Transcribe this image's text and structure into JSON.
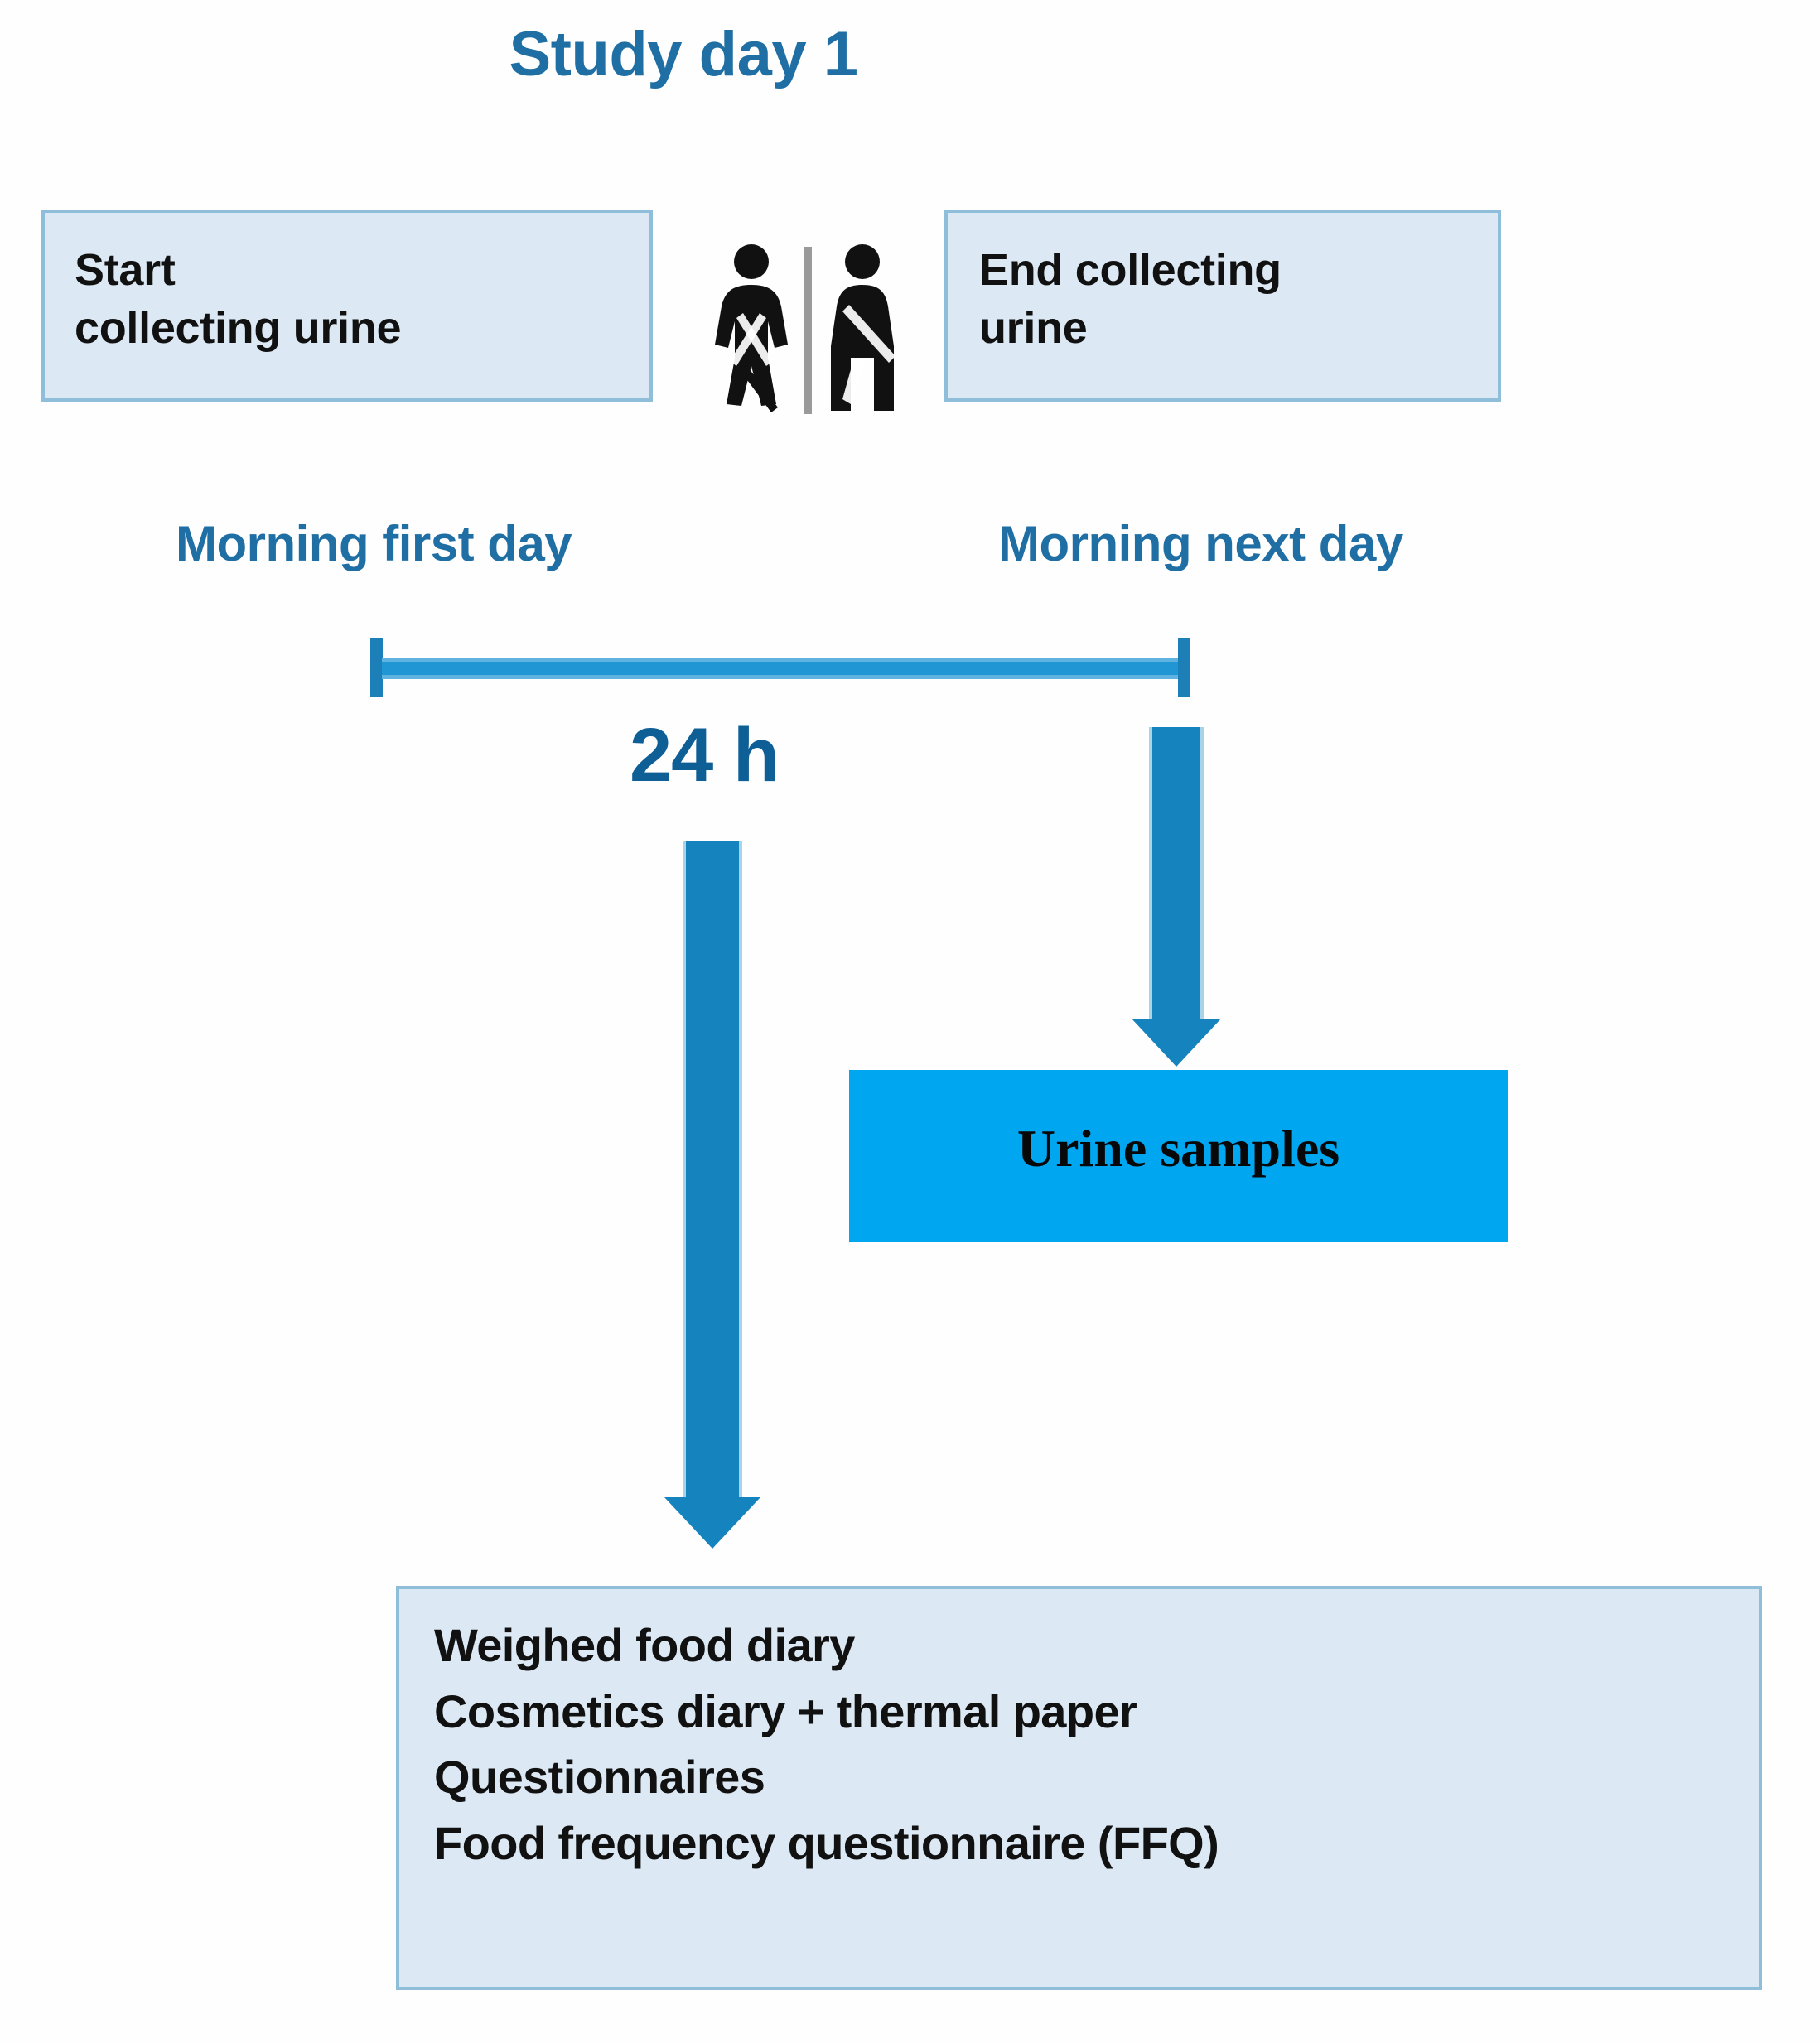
{
  "diagram": {
    "title": "Study day 1",
    "colors": {
      "title_blue": "#1f6fa5",
      "box_fill_light": "#dce9f4",
      "box_border_light": "#8fbedb",
      "urine_box_fill": "#00a6ef",
      "arrow_blue": "#1483be",
      "span_bar_blue": "#2196d4",
      "text_black": "#111111"
    },
    "boxes": {
      "start": {
        "line1": "Start",
        "line2": "collecting urine"
      },
      "end": {
        "line1": "End collecting",
        "line2": "urine"
      },
      "urine_samples": {
        "label": "Urine samples"
      },
      "tasks": {
        "lines": [
          "Weighed food diary",
          "Cosmetics diary + thermal paper",
          "Questionnaires",
          "Food frequency questionnaire (FFQ)"
        ]
      }
    },
    "timeline": {
      "left_label": "Morning first day",
      "right_label": "Morning next day",
      "duration_label": "24 h"
    },
    "icons": {
      "female": "female-restroom-icon",
      "male": "male-restroom-icon",
      "divider": "vertical-divider-icon",
      "arrow_to_tasks": "down-arrow-icon",
      "arrow_to_urine": "down-arrow-icon",
      "span": "duration-span-bar-icon"
    }
  }
}
